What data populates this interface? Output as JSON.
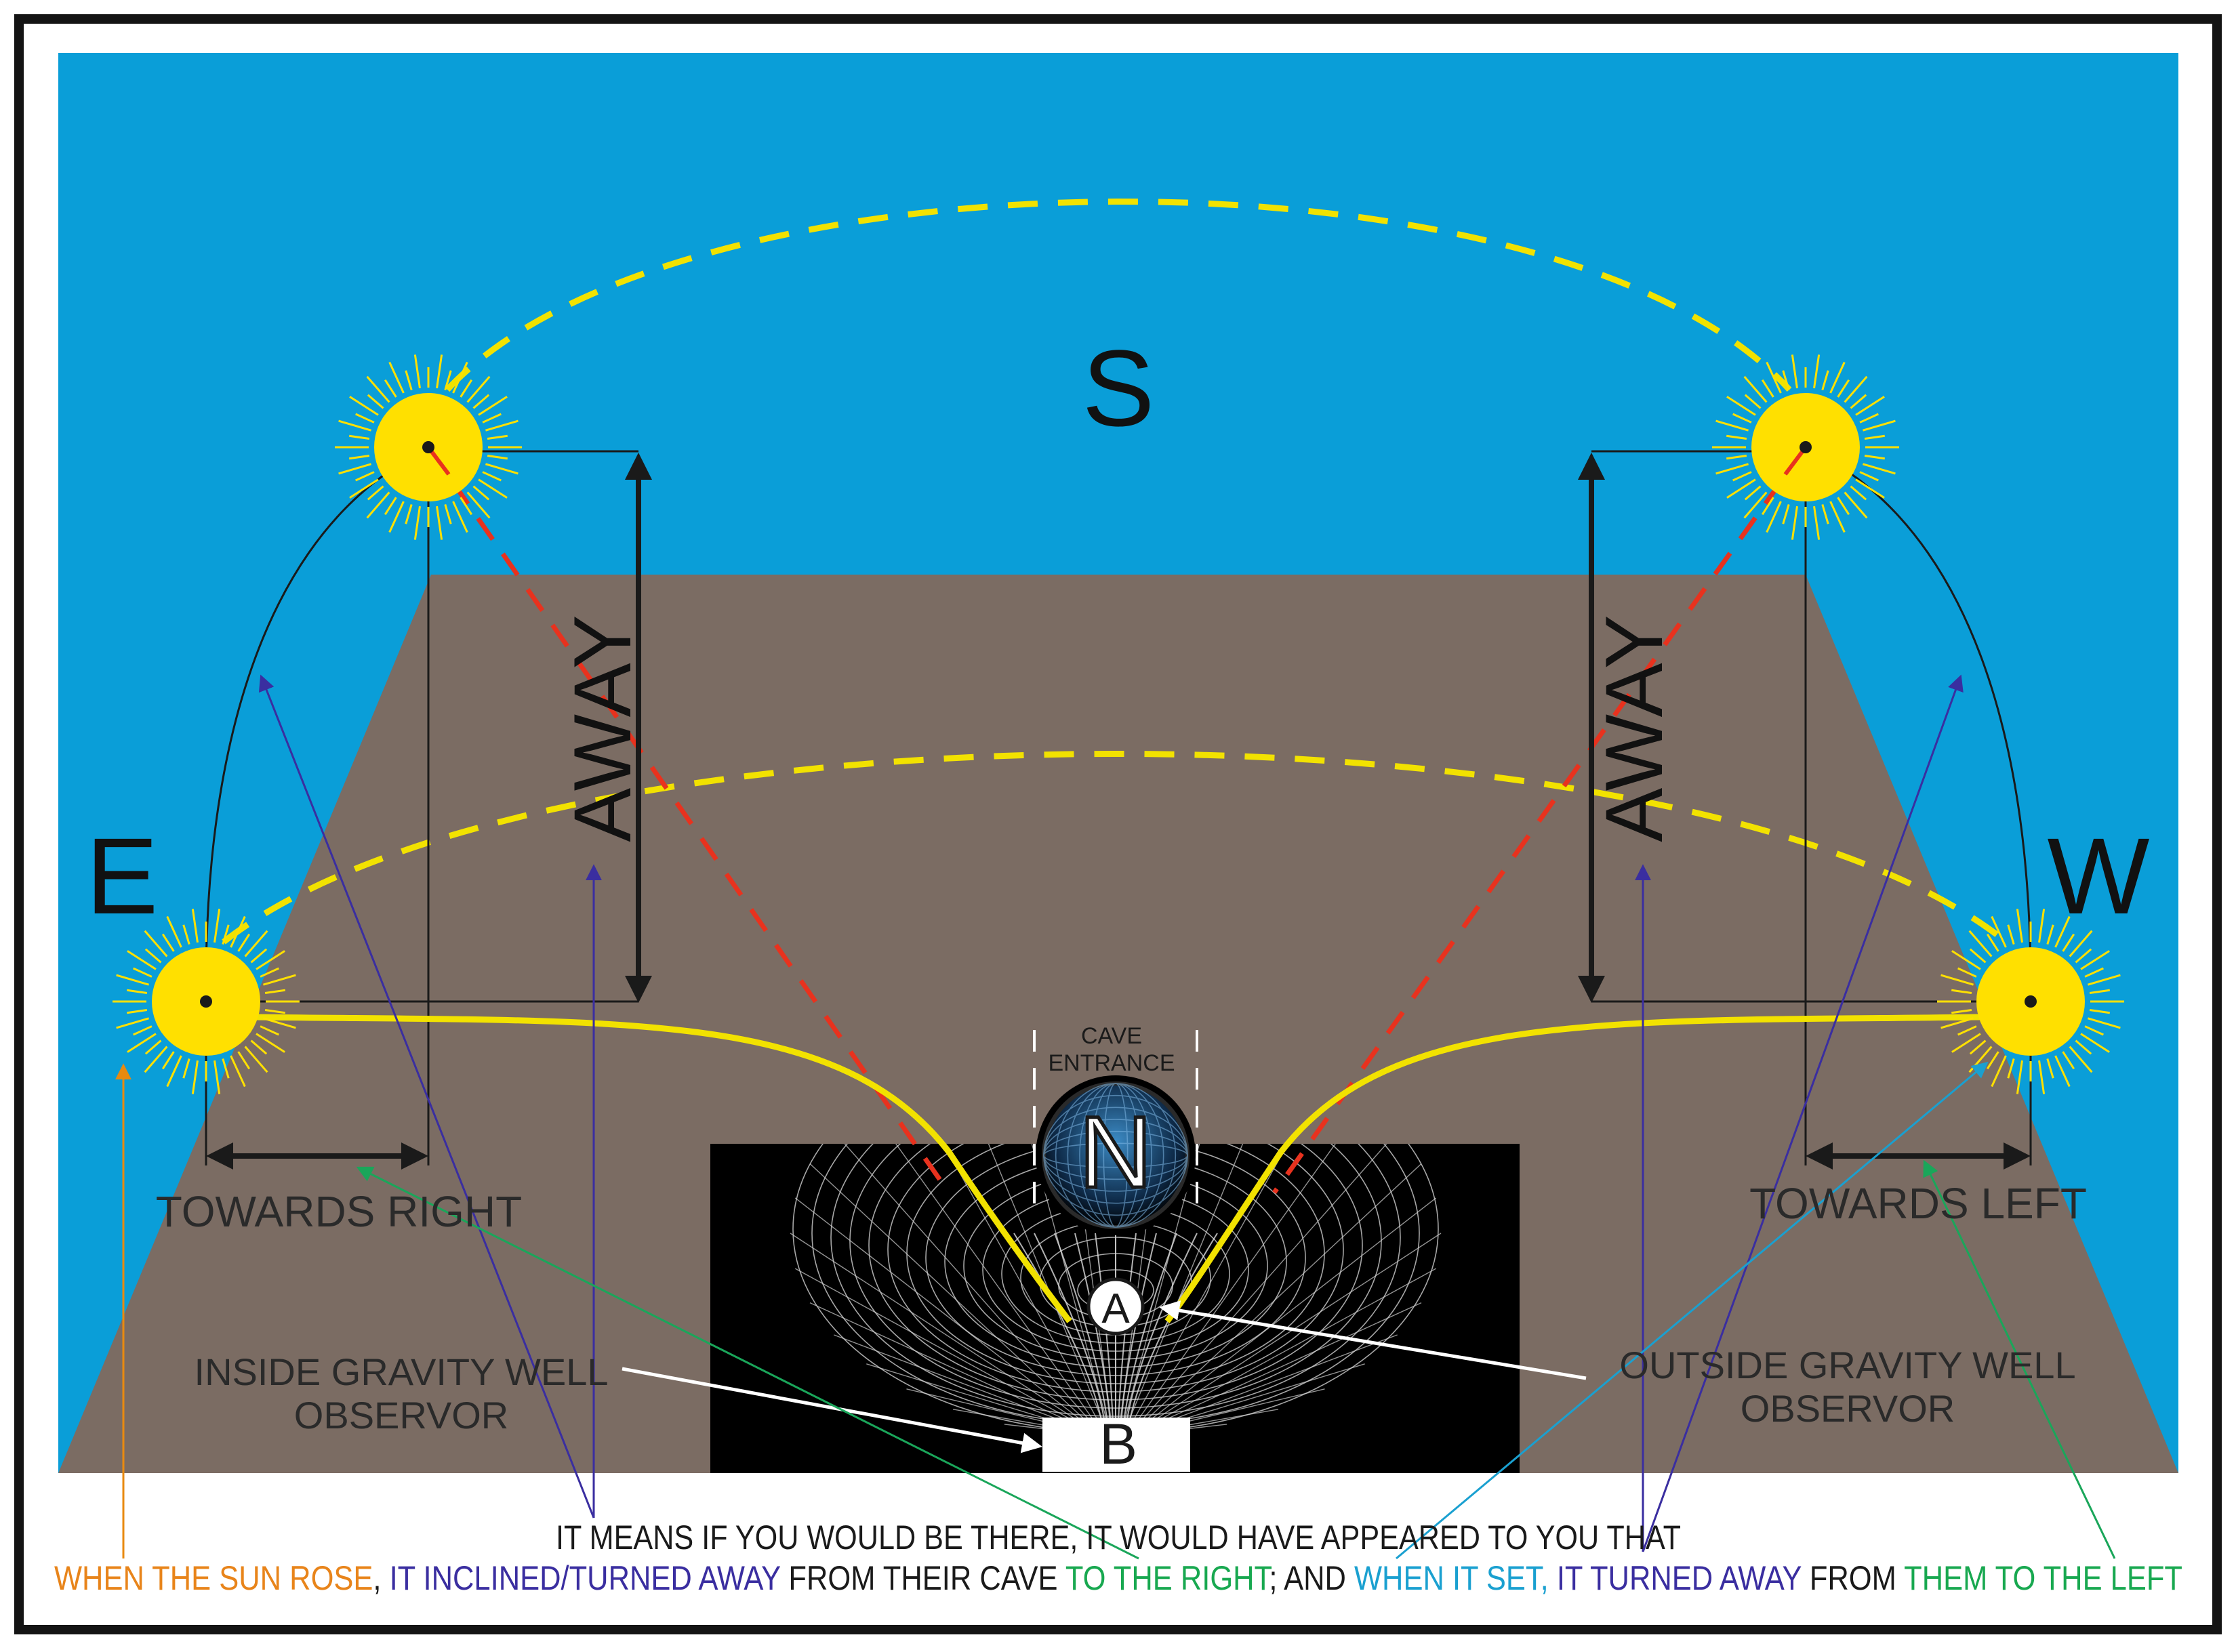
{
  "colors": {
    "sky": "#0a9ed8",
    "ground": "#7b6c63",
    "well_bg": "#000000",
    "sun": "#ffe000",
    "sun_rays": "#ffe000",
    "path_yellow": "#f2e200",
    "dash_red": "#e8321e",
    "arrow_black": "#1a1a1a",
    "arrow_purple": "#3a2ea0",
    "arrow_green": "#1aa65a",
    "arrow_orange": "#e88a10",
    "arrow_cyan": "#1aa0d0",
    "text_orange": "#e8841a",
    "text_purple": "#3a2ea0",
    "text_green": "#18a850",
    "text_cyan": "#1aa0d0",
    "text_dark": "#1a1a1a"
  },
  "directions": {
    "east": "E",
    "west": "W",
    "south": "S",
    "north": "N"
  },
  "labels": {
    "away_left": "AWAY",
    "away_right": "AWAY",
    "towards_right": "TOWARDS RIGHT",
    "towards_left": "TOWARDS LEFT",
    "cave_entrance_1": "CAVE",
    "cave_entrance_2": "ENTRANCE",
    "inside_1": "INSIDE GRAVITY WELL",
    "inside_2": "OBSERVOR",
    "outside_1": "OUTSIDE GRAVITY WELL",
    "outside_2": "OBSERVOR",
    "point_a": "A",
    "point_b": "B"
  },
  "caption": {
    "line1": "IT MEANS IF YOU WOULD BE THERE, IT WOULD HAVE APPEARED TO YOU THAT",
    "line2": [
      {
        "text": "WHEN THE SUN ROSE",
        "color": "#e8841a"
      },
      {
        "text": ", ",
        "color": "#1a1a1a"
      },
      {
        "text": "IT INCLINED/TURNED AWAY",
        "color": "#3a2ea0"
      },
      {
        "text": " FROM THEIR CAVE ",
        "color": "#1a1a1a"
      },
      {
        "text": "TO THE RIGHT",
        "color": "#18a850"
      },
      {
        "text": "; AND ",
        "color": "#1a1a1a"
      },
      {
        "text": "WHEN IT SET, ",
        "color": "#1aa0d0"
      },
      {
        "text": "IT TURNED AWAY",
        "color": "#3a2ea0"
      },
      {
        "text": " FROM ",
        "color": "#1a1a1a"
      },
      {
        "text": "THEM TO THE LEFT",
        "color": "#18a850"
      }
    ]
  },
  "icons": {
    "sun": "sun-icon",
    "well": "gravity-well-grid",
    "north_globe": "globe-icon"
  }
}
